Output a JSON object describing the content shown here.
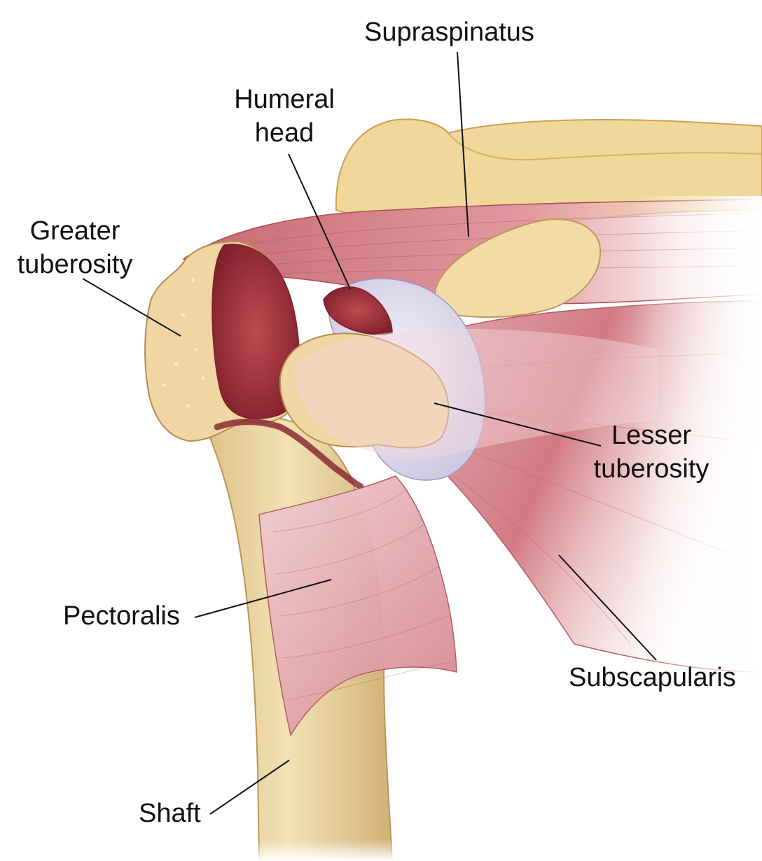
{
  "labels": {
    "supraspinatus": "Supraspinatus",
    "humeral_head": [
      "Humeral",
      "head"
    ],
    "greater_tuberosity": [
      "Greater",
      "tuberosity"
    ],
    "lesser_tuberosity": [
      "Lesser",
      "tuberosity"
    ],
    "pectoralis": "Pectoralis",
    "subscapularis": "Subscapularis",
    "shaft": "Shaft"
  },
  "colors": {
    "bone": "#efd9a6",
    "bone_shadow": "#c9a86a",
    "muscle": "#d98a8e",
    "muscle_dark": "#b5575e",
    "fracture": "#a8333c",
    "cartilage": "#e6e2f0",
    "leader_line": "#111111",
    "text": "#111111"
  }
}
